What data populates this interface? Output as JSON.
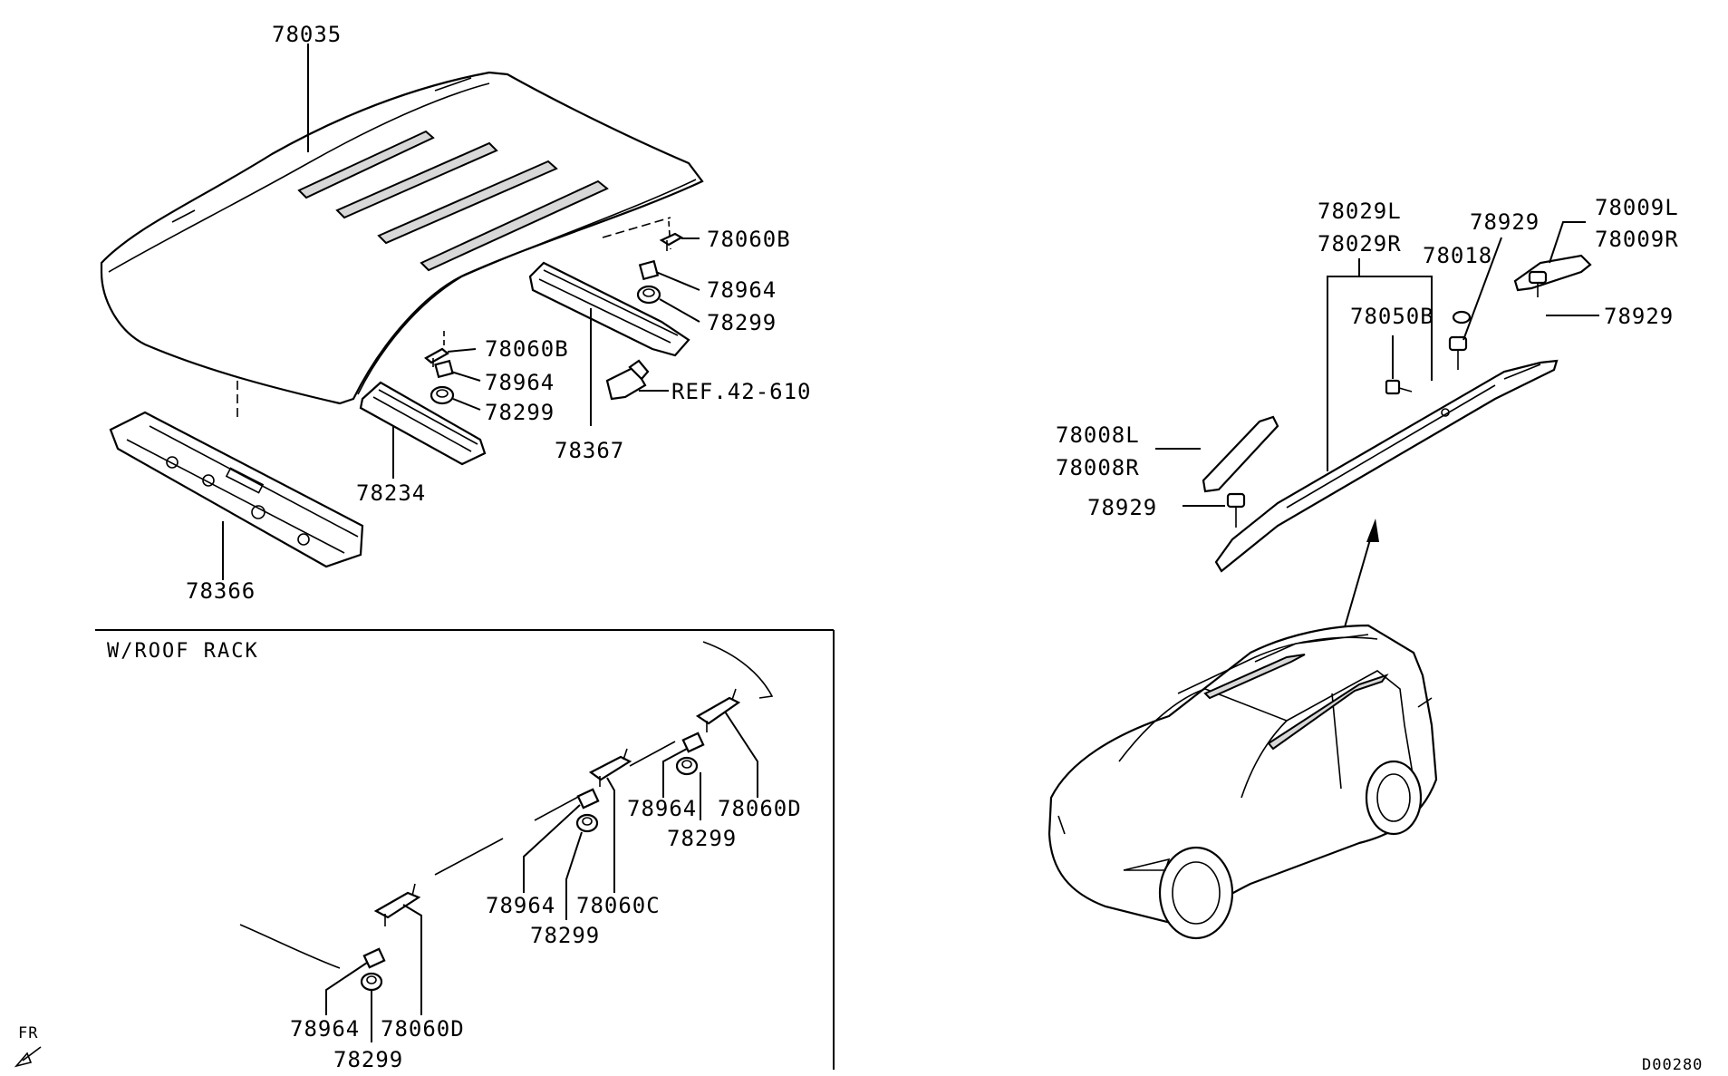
{
  "labels": {
    "roof_panel": "78035",
    "clip_top_right": "78060B",
    "retainer_top_right": "78964",
    "grommet_top_right": "78299",
    "clip_mid": "78060B",
    "retainer_mid": "78964",
    "grommet_mid": "78299",
    "reference": "REF.42-610",
    "rear_bow": "78367",
    "center_bow": "78234",
    "front_header": "78366",
    "rail_left": "78029L",
    "rail_right": "78029R",
    "bolt_top": "78929",
    "cap_rear_left": "78009L",
    "cap_rear_right": "78009R",
    "plug": "78018",
    "rail_clip": "78050B",
    "bolt_rear": "78929",
    "cap_front_left": "78008L",
    "cap_front_right": "78008R",
    "bolt_front": "78929",
    "rack_retainer_1": "78964",
    "rack_clip_d1": "78060D",
    "rack_grommet_1": "78299",
    "rack_retainer_2": "78964",
    "rack_clip_c": "78060C",
    "rack_grommet_2": "78299",
    "rack_retainer_3": "78964",
    "rack_clip_d2": "78060D",
    "rack_grommet_3": "78299"
  },
  "section": {
    "title": "W/ROOF RACK"
  },
  "orientation": {
    "label": "FR",
    "icon": "front-direction-arrow-icon"
  },
  "drawing_code": "D00280"
}
